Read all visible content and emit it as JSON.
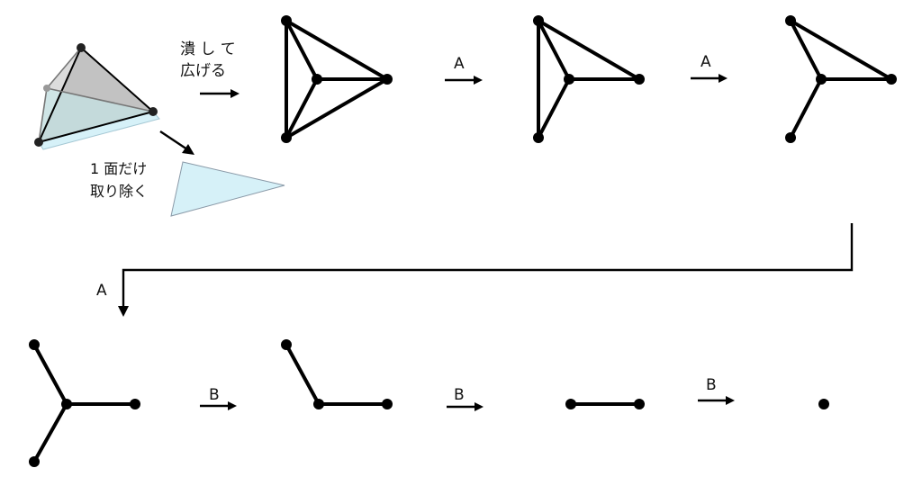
{
  "labels": {
    "flatten_line1": "潰 し て",
    "flatten_line2": "広げる",
    "remove_line1": "1 面だけ",
    "remove_line2": "取り除く",
    "op_a": "A",
    "op_b": "B"
  },
  "colors": {
    "ink": "#000000",
    "removed_face_fill": "#d6f1f8",
    "removed_face_stroke": "#8a9aa8",
    "tetra_face_gray": "#bdbdbd",
    "tetra_face_light": "#dcdcdc",
    "tetra_face_teal": "#c3dfe0"
  },
  "steps": [
    {
      "id": "graph-1",
      "after": "flatten",
      "description_op": ""
    },
    {
      "id": "graph-2",
      "after": "A"
    },
    {
      "id": "graph-3",
      "after": "A"
    },
    {
      "id": "graph-4",
      "after": "A"
    },
    {
      "id": "graph-5",
      "after": "B"
    },
    {
      "id": "graph-6",
      "after": "B"
    },
    {
      "id": "graph-7",
      "after": "B"
    }
  ]
}
